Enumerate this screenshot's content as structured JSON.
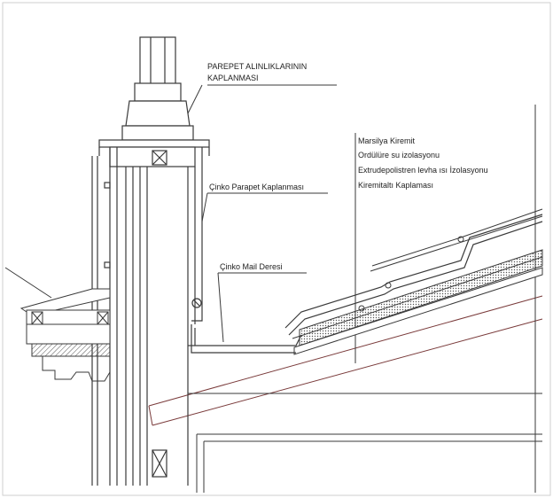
{
  "drawing": {
    "labels": {
      "parapet_cap_line1": "PAREPET ALINLIKLARININ",
      "parapet_cap_line2": "KAPLANMASI",
      "zinc_parapet": "Çinko Parapet Kaplanması",
      "zinc_gutter": "Çinko Mail Deresi",
      "roof_layer_1": "Marsilya Kiremit",
      "roof_layer_2": "Ordülüre su izolasyonu",
      "roof_layer_3": "Extrudepolistren levha ısı İzolasyonu",
      "roof_layer_4": "Kiremitaltı Kaplaması"
    },
    "colors": {
      "line": "#3a3a3a",
      "accent": "#7a3b3b",
      "hatch": "#555555",
      "frame": "#cfcfcf"
    }
  }
}
